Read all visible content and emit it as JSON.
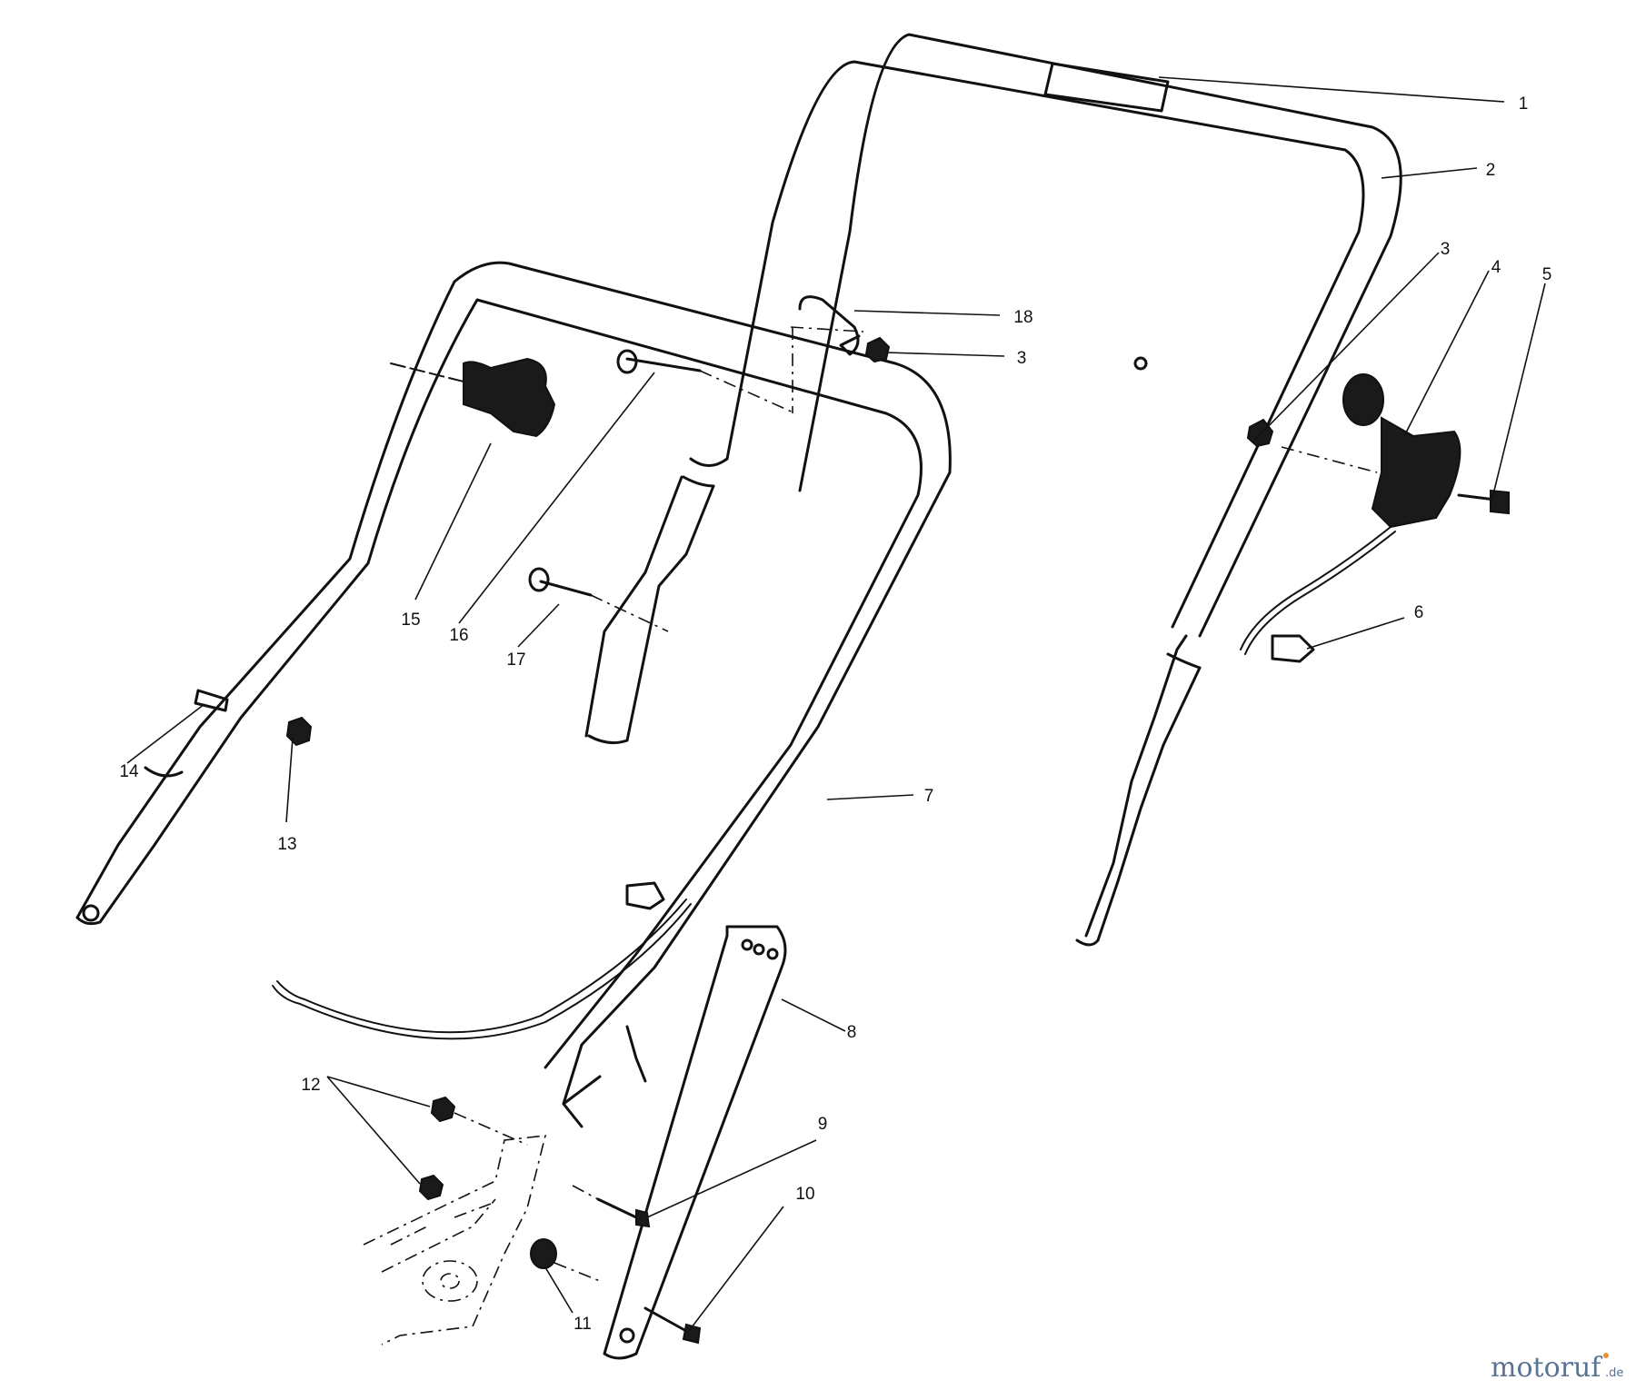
{
  "diagram": {
    "callouts": [
      "1",
      "2",
      "3",
      "4",
      "5",
      "18",
      "3",
      "6",
      "15",
      "16",
      "17",
      "14",
      "13",
      "7",
      "8",
      "12",
      "9",
      "10",
      "11"
    ]
  },
  "watermark": {
    "brand_main": "motoruf",
    "brand_suffix": ".de",
    "colors": {
      "main": "#5a7391",
      "accent": "#e8922f"
    }
  }
}
